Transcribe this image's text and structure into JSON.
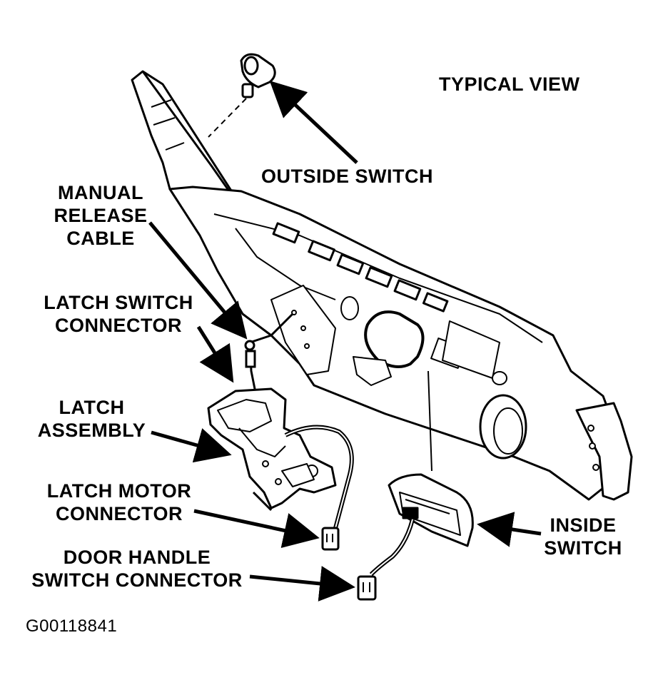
{
  "view_title": "TYPICAL VIEW",
  "figure_id": "G00118841",
  "labels": {
    "outside_switch": "OUTSIDE SWITCH",
    "manual_release_cable": [
      "MANUAL",
      "RELEASE",
      "CABLE"
    ],
    "latch_switch_connector": [
      "LATCH SWITCH",
      "CONNECTOR"
    ],
    "latch_assembly": [
      "LATCH",
      "ASSEMBLY"
    ],
    "latch_motor_connector": [
      "LATCH MOTOR",
      "CONNECTOR"
    ],
    "door_handle_switch_connector": [
      "DOOR HANDLE",
      "SWITCH CONNECTOR"
    ],
    "inside_switch": [
      "INSIDE",
      "SWITCH"
    ]
  },
  "icons": {
    "arrow": "arrow-icon",
    "outside_switch": "outside-switch-icon",
    "latch": "latch-assembly-icon",
    "connector": "connector-icon",
    "handle": "inside-switch-icon"
  }
}
